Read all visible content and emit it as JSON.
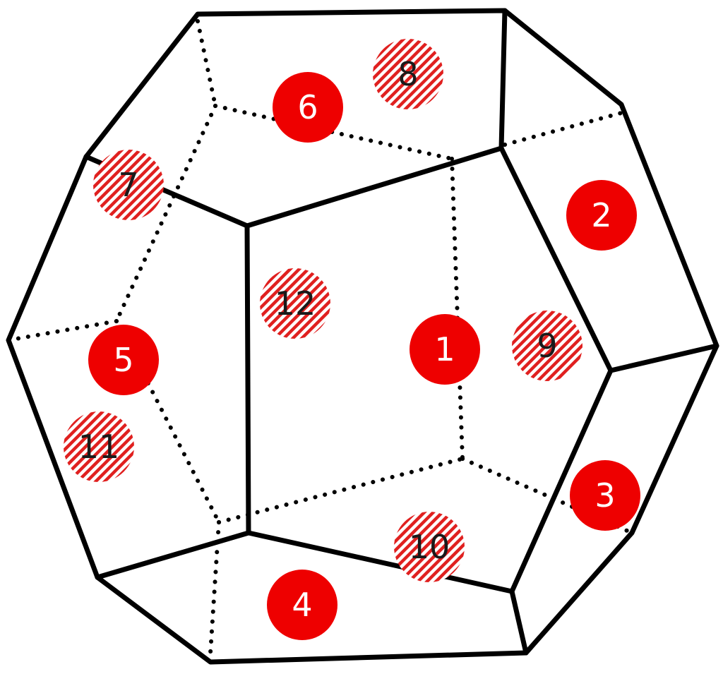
{
  "colors": {
    "front_face_fill": "#ee0000",
    "back_face_hatch": "#e0201f",
    "front_label_text": "#ffffff",
    "back_label_text": "#1a1a1a",
    "edge": "#000000",
    "background": "#ffffff"
  },
  "faces": [
    {
      "label": "1",
      "visibility": "front"
    },
    {
      "label": "2",
      "visibility": "front"
    },
    {
      "label": "3",
      "visibility": "front"
    },
    {
      "label": "4",
      "visibility": "front"
    },
    {
      "label": "5",
      "visibility": "front"
    },
    {
      "label": "6",
      "visibility": "front"
    },
    {
      "label": "7",
      "visibility": "back"
    },
    {
      "label": "8",
      "visibility": "back"
    },
    {
      "label": "9",
      "visibility": "back"
    },
    {
      "label": "10",
      "visibility": "back"
    },
    {
      "label": "11",
      "visibility": "back"
    },
    {
      "label": "12",
      "visibility": "back"
    }
  ]
}
